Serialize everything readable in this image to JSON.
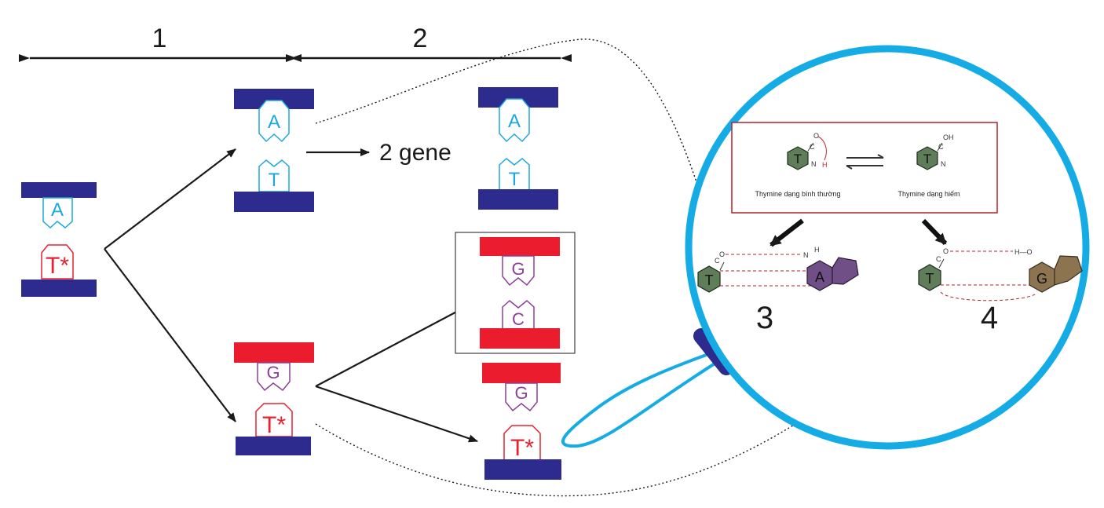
{
  "colors": {
    "strand_blue": "#2d2c8e",
    "strand_red": "#ea1c2d",
    "base_cyan": "#1ba8e0",
    "base_red": "#e8202f",
    "base_purple": "#8b3f96",
    "lens": "#15ace6",
    "thymine_green": "#5e7d58",
    "adenine_purple": "#6f4f86",
    "guanine_brown": "#8c7450",
    "bond_dash": "#b0242c"
  },
  "labels": {
    "gen1": "1",
    "gen2": "2",
    "two_gene": "2 gene",
    "pair3": "3",
    "pair4": "4"
  },
  "bases": {
    "A": "A",
    "T": "T",
    "T_star": "T*",
    "G": "G",
    "C": "C"
  },
  "inset": {
    "normal_caption": "Thymine dạng bình thường",
    "rare_caption": "Thymine dạng hiếm",
    "T": "T",
    "A": "A",
    "G": "G"
  },
  "atoms": {
    "O": "O",
    "C": "C",
    "N": "N",
    "H": "H",
    "OH": "OH",
    "HO": "H—O",
    "NH": "N"
  }
}
